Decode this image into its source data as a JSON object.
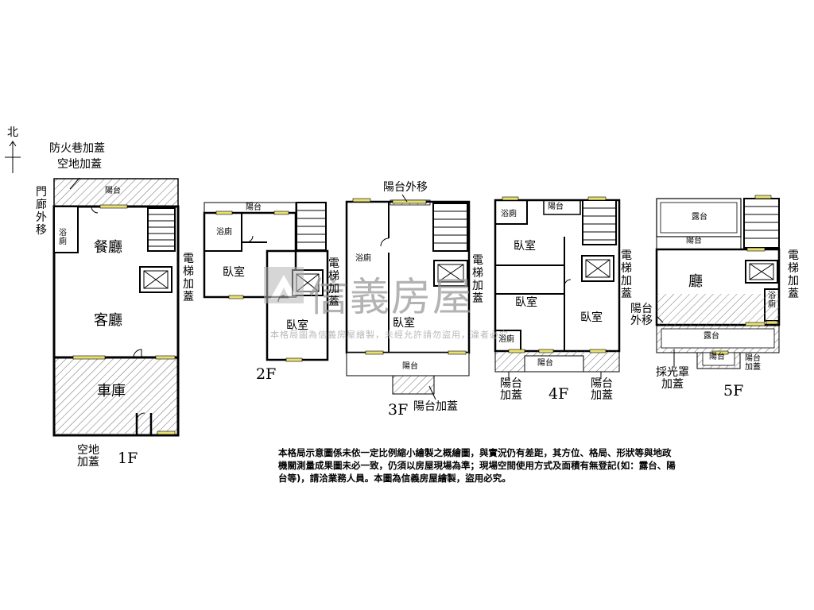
{
  "compass": {
    "north": "北"
  },
  "floors": {
    "f1": {
      "floor_label": "1F",
      "balcony": "陽台",
      "bathroom": "浴廁",
      "dining": "餐廳",
      "living": "客廳",
      "garage": "車庫",
      "elevator_note": "電梯加蓋",
      "note_fire_lane": "防火巷加蓋",
      "note_open_space_top": "空地加蓋",
      "note_porch": "門廊外移",
      "note_open_space_bottom": "空地加蓋"
    },
    "f2": {
      "floor_label": "2F",
      "balcony": "陽台",
      "bathroom": "浴廁",
      "bedroom_left": "臥室",
      "bedroom_right": "臥室",
      "elevator_note": "電梯加蓋"
    },
    "f3": {
      "floor_label": "3F",
      "note_balcony_moved": "陽台外移",
      "bathroom": "浴廁",
      "bedroom": "臥室",
      "balcony": "陽台",
      "elevator_note": "電梯加蓋",
      "note_balcony_added": "陽台加蓋"
    },
    "f4": {
      "floor_label": "4F",
      "bathroom_top": "浴廁",
      "balcony_top": "陽台",
      "bedroom_top": "臥室",
      "bedroom_mid": "臥室",
      "bedroom_right": "臥室",
      "bathroom_bottom": "浴廁",
      "balcony_bottom": "陽台",
      "elevator_note": "電梯加蓋",
      "note_added_left": "陽台加蓋",
      "note_added_right": "陽台加蓋"
    },
    "f5": {
      "floor_label": "5F",
      "terrace_top": "露台",
      "balcony_top": "陽台",
      "hall": "廳",
      "bathroom": "浴廁",
      "terrace_bottom": "露台",
      "balcony_bottom": "陽台",
      "elevator_note": "電梯加蓋",
      "note_balcony_moved": "陽台外移",
      "note_skylight": "採光罩加蓋",
      "note_balcony_added": "陽台加蓋"
    }
  },
  "watermark": {
    "brand": "信義房屋",
    "subtitle": "本格局圖為信義房屋繪製，未經允許請勿盜用，違者必究"
  },
  "disclaimer": "本格局示意圖係未依一定比例縮小繪製之概繪圖，與實況仍有差距，其方位、格局、形狀等與地政機關測量成果圖未必一致，仍須以房屋現場為準；現場空間使用方式及面積有無登記(如：露台、陽台等)，請洽業務人員。本圖為信義房屋繪製，盜用必究。"
}
